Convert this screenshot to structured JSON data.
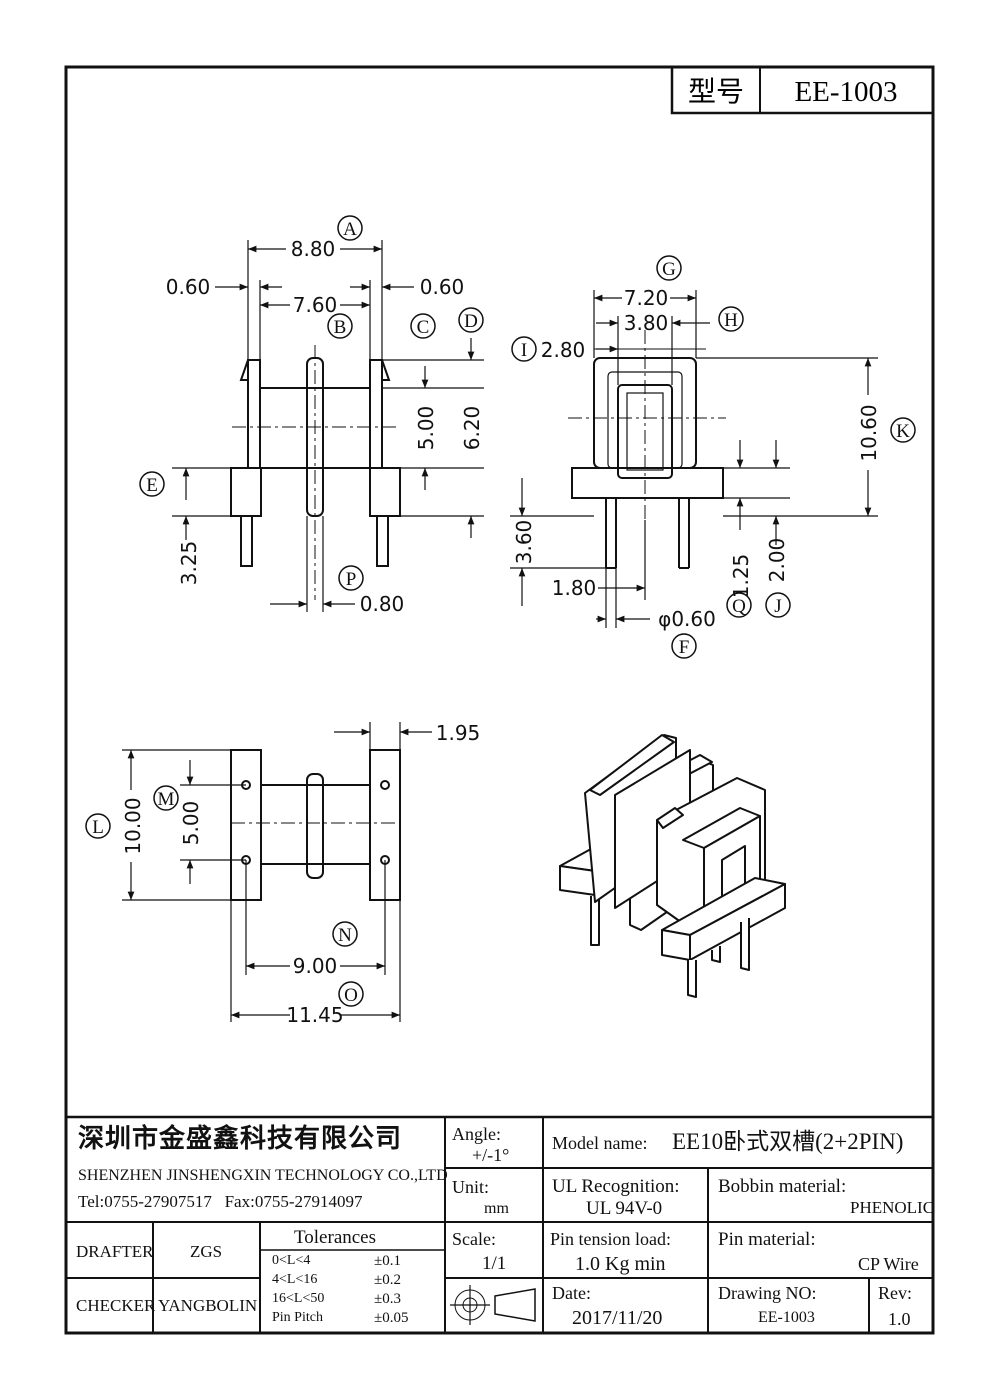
{
  "header": {
    "model_label": "型号",
    "model_value": "EE-1003"
  },
  "drawing": {
    "labels": {
      "A": "A",
      "B": "B",
      "C": "C",
      "D": "D",
      "E": "E",
      "F": "F",
      "G": "G",
      "H": "H",
      "I": "I",
      "J": "J",
      "K": "K",
      "L": "L",
      "M": "M",
      "N": "N",
      "O": "O",
      "P": "P",
      "Q": "Q"
    },
    "dims": {
      "a": "8.80",
      "b": "7.60",
      "c_left": "0.60",
      "c_right": "0.60",
      "v500": "5.00",
      "v620": "6.20",
      "v325": "3.25",
      "p080": "0.80",
      "g720": "7.20",
      "h380": "3.80",
      "i280": "2.80",
      "k1060": "10.60",
      "v360": "3.60",
      "d180": "1.80",
      "phi060": "φ0.60",
      "q125": "1.25",
      "j200": "2.00",
      "w195": "1.95",
      "l1000": "10.00",
      "m500": "5.00",
      "n900": "9.00",
      "o1145": "11.45"
    }
  },
  "title_block": {
    "company_cn": "深圳市金盛鑫科技有限公司",
    "company_en": "SHENZHEN JINSHENGXIN TECHNOLOGY CO.,LTD",
    "contact": "Tel:0755-27907517   Fax:0755-27914097",
    "angle_label": "Angle:",
    "angle_value": "+/-1°",
    "model_name_label": "Model name:",
    "model_name_value": "EE10卧式双槽(2+2PIN)",
    "unit_label": "Unit:",
    "unit_value": "mm",
    "ul_label": "UL Recognition:",
    "ul_value": "UL 94V-0",
    "bobbin_label": "Bobbin material:",
    "bobbin_value": "PHENOLIC",
    "scale_label": "Scale:",
    "scale_value": "1/1",
    "pin_tension_label": "Pin tension load:",
    "pin_tension_value": "1.0 Kg min",
    "pin_material_label": "Pin material:",
    "pin_material_value": "CP Wire",
    "date_label": "Date:",
    "date_value": "2017/11/20",
    "drawing_no_label": "Drawing NO:",
    "drawing_no_value": "EE-1003",
    "rev_label": "Rev:",
    "rev_value": "1.0",
    "drafter_label": "DRAFTER",
    "drafter_value": "ZGS",
    "checker_label": "CHECKER",
    "checker_value": "YANGBOLIN",
    "tolerances_title": "Tolerances",
    "tolerances": [
      {
        "range": "0<L<4",
        "value": "±0.1"
      },
      {
        "range": "4<L<16",
        "value": "±0.2"
      },
      {
        "range": "16<L<50",
        "value": "±0.3"
      },
      {
        "range": "Pin Pitch",
        "value": "±0.05"
      }
    ]
  }
}
